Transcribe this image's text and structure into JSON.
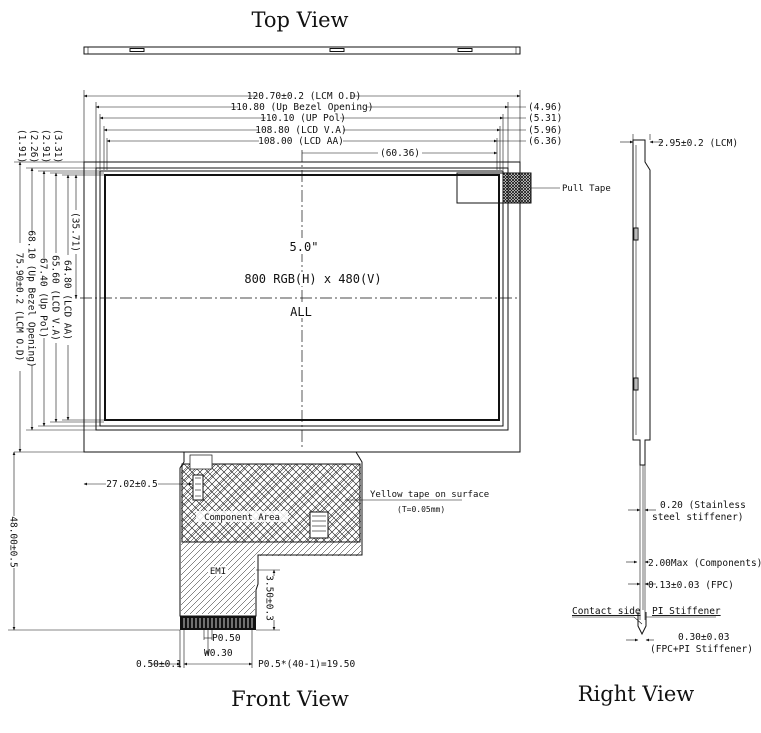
{
  "titles": {
    "top": "Top View",
    "front": "Front View",
    "right": "Right View"
  },
  "panel": {
    "size": "5.0\"",
    "resolution": "800 RGB(H) x 480(V)",
    "viewing": "ALL"
  },
  "horizontal_dims": {
    "lcm_od": "120.70±0.2 (LCM O.D)",
    "up_bezel": "110.80 (Up Bezel Opening)",
    "up_pol": "110.10 (UP Pol)",
    "lcd_va": "108.80 (LCD V.A)",
    "lcd_aa": "108.00 (LCD AA)",
    "center": "(60.36)",
    "off1": "(4.96)",
    "off2": "(5.31)",
    "off3": "(5.96)",
    "off4": "(6.36)",
    "fpc_offset": "27.02±0.5",
    "pitch_total": "P0.5*(40-1)=19.50",
    "edge": "0.50±0.1",
    "pitch": "P0.50",
    "width": "W0.30"
  },
  "vertical_dims": {
    "off1": "(3.31)",
    "off2": "(2.91)",
    "off3": "(2.26)",
    "off4": "(1.91)",
    "center": "(35.71)",
    "lcd_aa": "64.80 (LCD AA)",
    "lcd_va": "65.60 (LCD V.A)",
    "up_pol": "67.40 (Up Pol)",
    "up_bezel": "68.10 (Up Bezel Opening)",
    "lcm_od": "75.90±0.2 (LCM O.D)",
    "fpc_len": "48.00±0.5",
    "stiff_len": "3.50±0.3"
  },
  "labels": {
    "pull_tape": "Pull Tape",
    "yellow_tape": "Yellow tape on surface",
    "yellow_tape_t": "(T=0.05mm)",
    "component_area": "Component Area",
    "emi": "EMI"
  },
  "right_view": {
    "lcm_thk": "2.95±0.2 (LCM)",
    "stiffener_1": "0.20 (Stainless",
    "stiffener_2": "steel stiffener)",
    "components": "2.00Max (Components)",
    "fpc": "0.13±0.03 (FPC)",
    "contact_side": "Contact side",
    "pi_stiffener": "PI Stiffener",
    "fpc_pi_1": "0.30±0.03",
    "fpc_pi_2": "(FPC+PI Stiffener)"
  }
}
